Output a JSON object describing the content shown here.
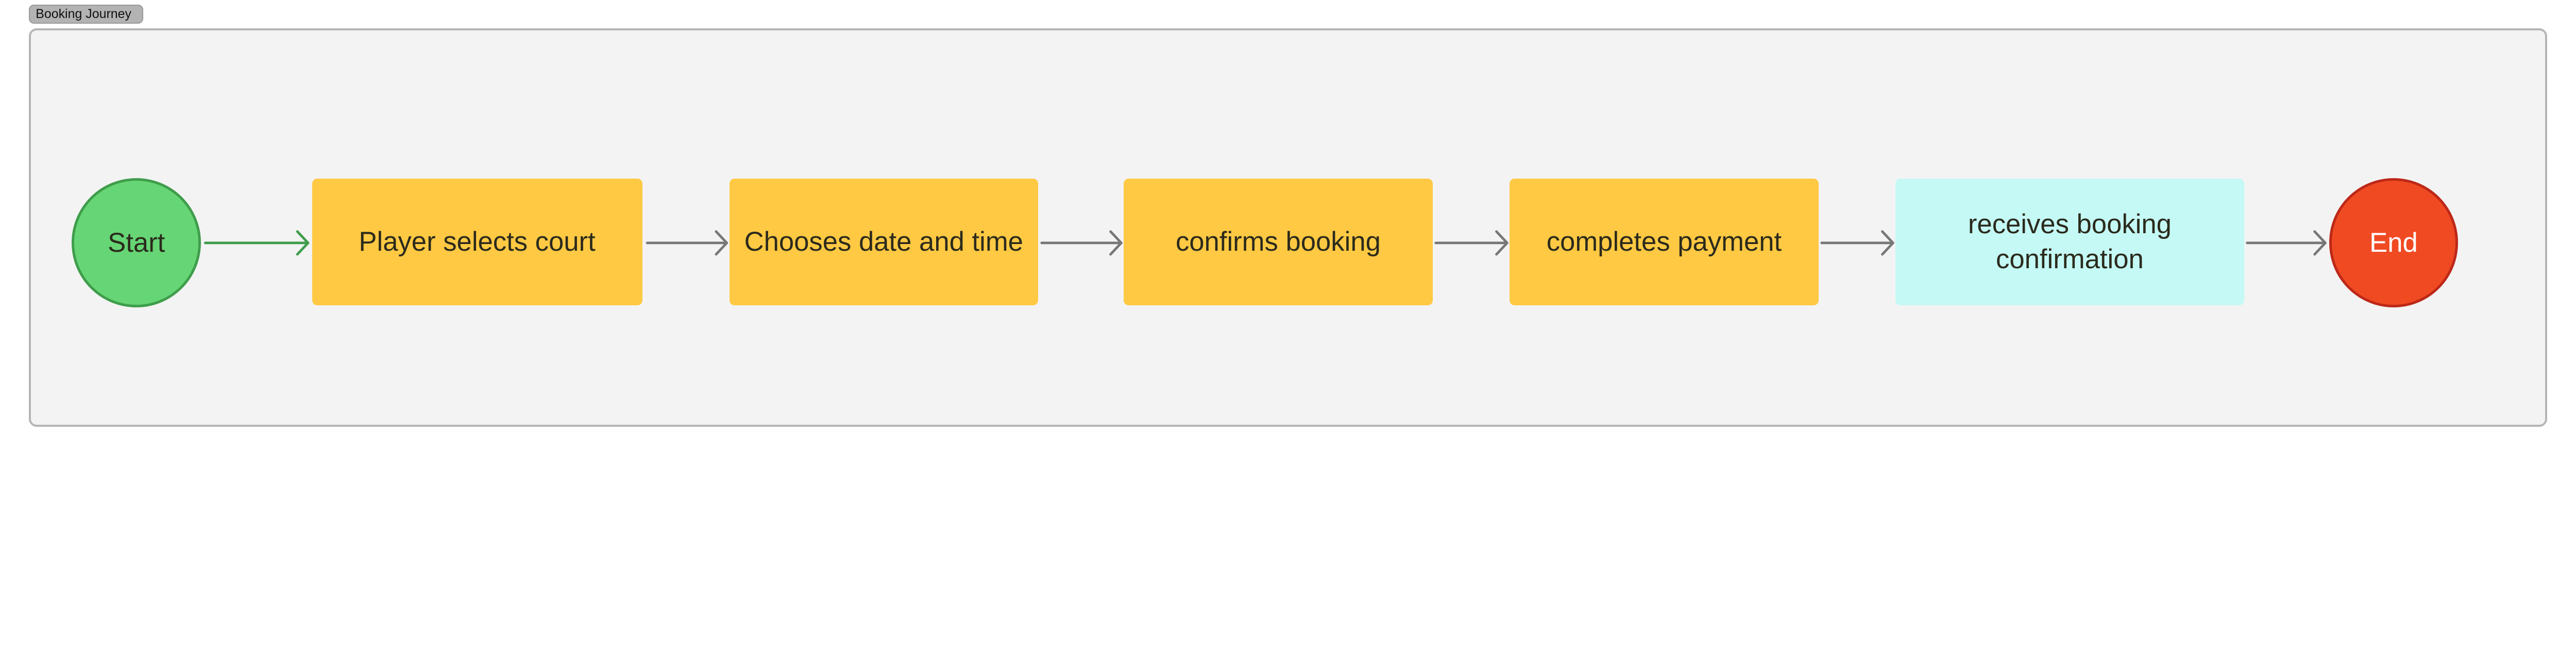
{
  "group": {
    "label": "Booking Journey"
  },
  "colors": {
    "start_fill": "#66d575",
    "start_stroke": "#3f9d4b",
    "step_fill": "#ffc943",
    "final_step_fill": "#c4f9f5",
    "end_fill": "#f04a23",
    "end_stroke": "#bd2818",
    "start_arrow": "#3f9d4b",
    "arrow": "#777777",
    "frame_bg": "#f3f3f3"
  },
  "nodes": {
    "start": "Start",
    "step1": "Player selects court",
    "step2": "Chooses date and time",
    "step3": "confirms booking",
    "step4": "completes payment",
    "step5": "receives booking confirmation",
    "end": "End"
  },
  "edges": [
    {
      "from": "Start",
      "to": "Player selects court"
    },
    {
      "from": "Player selects court",
      "to": "Chooses date and time"
    },
    {
      "from": "Chooses date and time",
      "to": "confirms booking"
    },
    {
      "from": "confirms booking",
      "to": "completes payment"
    },
    {
      "from": "completes payment",
      "to": "receives booking confirmation"
    },
    {
      "from": "receives booking confirmation",
      "to": "End"
    }
  ]
}
